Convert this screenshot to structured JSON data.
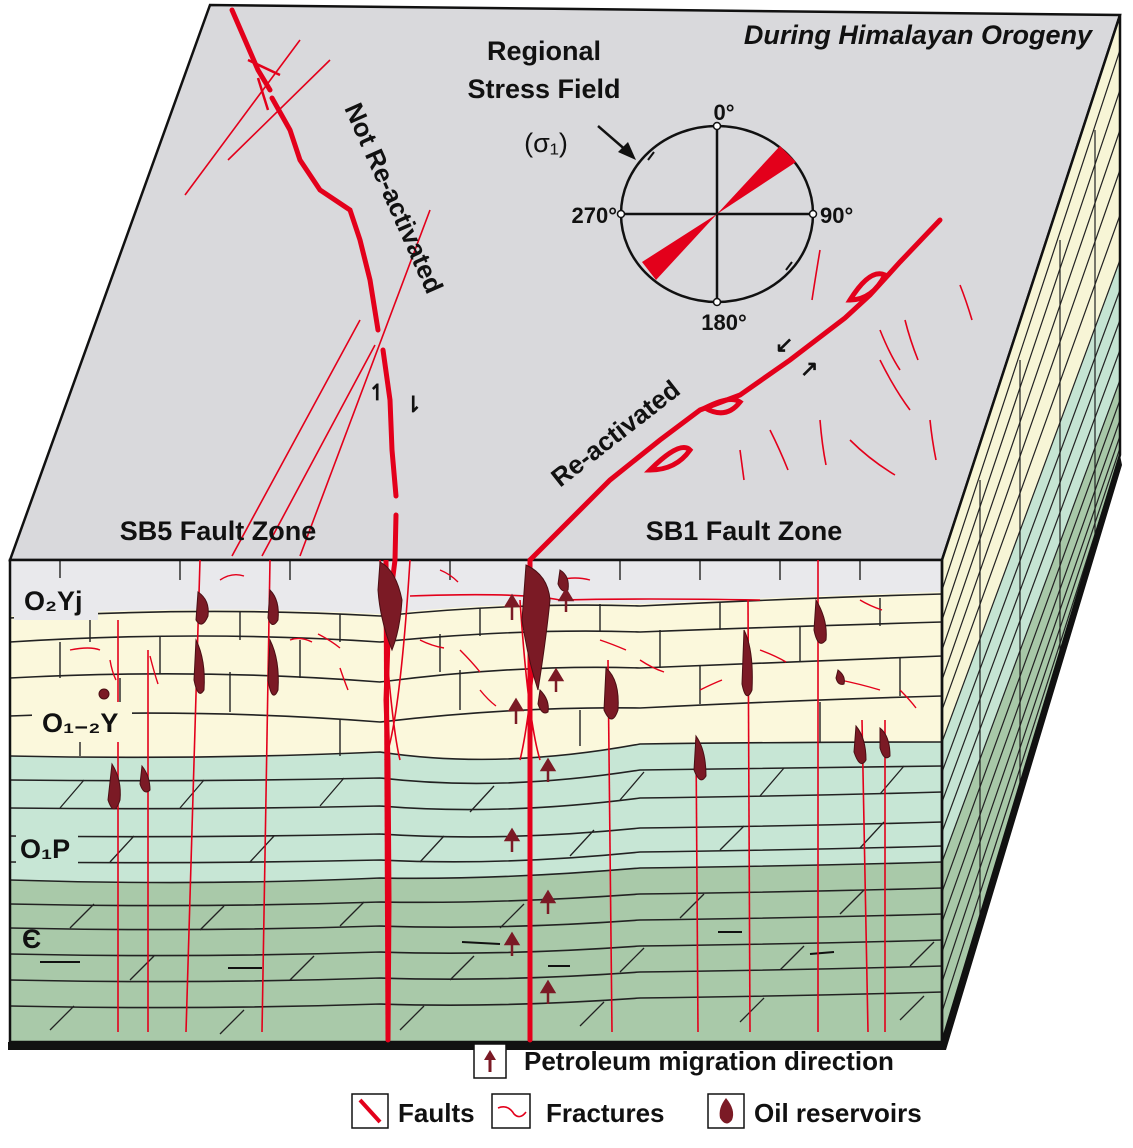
{
  "title": "During Himalayan Orogeny",
  "stress_field": {
    "label_line1": "Regional",
    "label_line2": "Stress Field",
    "sigma": "(σ₁)",
    "dir_north": "0°",
    "dir_east": "90°",
    "dir_south": "180°",
    "dir_west": "270°"
  },
  "faults": {
    "not_reactivated": "Not Re-activated",
    "reactivated": "Re-activated",
    "sb5": "SB5 Fault Zone",
    "sb1": "SB1 Fault Zone"
  },
  "strata": [
    "O₂Yj",
    "O₁₋₂Y",
    "O₁P",
    "Є"
  ],
  "legend": {
    "migration": "Petroleum migration direction",
    "faults": "Faults",
    "fractures": "Fractures",
    "oil": "Oil reservoirs"
  },
  "colors": {
    "surface": "#d9d9dc",
    "fault": "#e3001b",
    "oil": "#7b1a25",
    "layer_top": "#e9e9ec",
    "layer_y": "#fbf8dc",
    "layer_p": "#c7e6d5",
    "layer_c": "#a9c9a9"
  }
}
